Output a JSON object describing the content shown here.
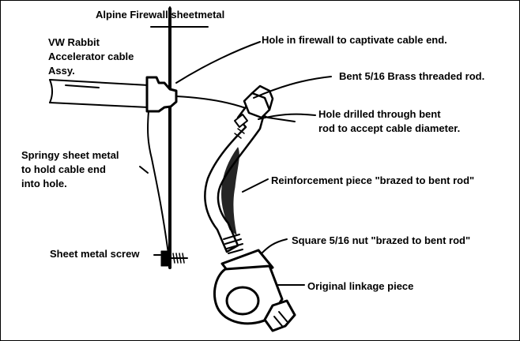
{
  "labels": {
    "firewall": "Alpine Firewall sheetmetal",
    "cable_assy_line1": "VW Rabbit",
    "cable_assy_line2": "Accelerator cable",
    "cable_assy_line3": "Assy.",
    "hole_firewall": "Hole in firewall to captivate cable end.",
    "bent_rod": "Bent 5/16 Brass threaded rod.",
    "hole_drilled_line1": "Hole drilled through bent",
    "hole_drilled_line2": "rod to accept cable diameter.",
    "springy_line1": "Springy sheet metal",
    "springy_line2": "to hold cable end",
    "springy_line3": "into hole.",
    "reinforcement": "Reinforcement piece \"brazed to bent rod\"",
    "screw": "Sheet metal screw",
    "square_nut": "Square 5/16 nut \"brazed to bent rod\"",
    "linkage": "Original linkage piece"
  },
  "colors": {
    "ink": "#000000",
    "paper": "#ffffff"
  }
}
